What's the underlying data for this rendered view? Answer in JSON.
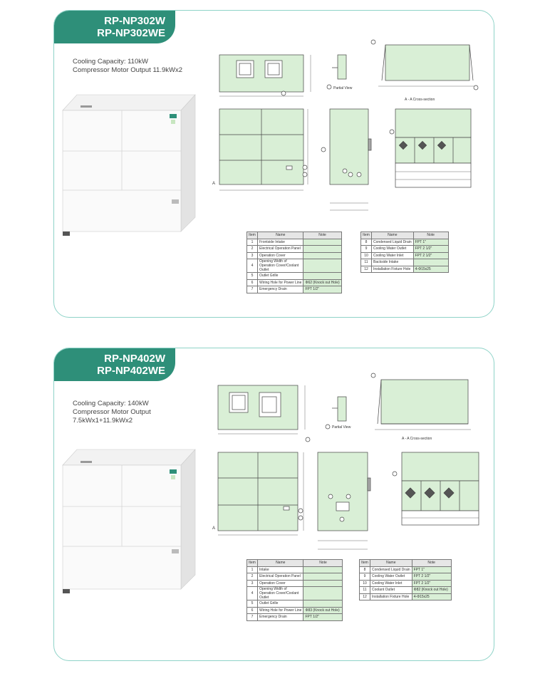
{
  "products": [
    {
      "model_lines": [
        "RP-NP302W",
        "RP-NP302WE"
      ],
      "spec_lines": [
        "Cooling Capacity: 110kW",
        "Compressor Motor Output 11.9kWx2"
      ],
      "drawing_labels": {
        "partial_view": "Partial View",
        "cross_section": "A - A Cross-section",
        "a_mark": "A"
      },
      "table_headers": [
        "Item",
        "Name",
        "Note"
      ],
      "items_left": [
        {
          "no": "1",
          "name": "Frontside Intake",
          "note": ""
        },
        {
          "no": "2",
          "name": "Electrical Operation Panel",
          "note": ""
        },
        {
          "no": "3",
          "name": "Operation Cover",
          "note": ""
        },
        {
          "no": "4",
          "name": "Opening Width of Operation Cover/Coolant Outlet",
          "note": ""
        },
        {
          "no": "5",
          "name": "Outlet Grille",
          "note": ""
        },
        {
          "no": "6",
          "name": "Wiring Hole for Power Line",
          "note": "Φ62 (Knock out Hole)"
        },
        {
          "no": "7",
          "name": "Emergency Drain",
          "note": "FPT 1/2\""
        }
      ],
      "items_right": [
        {
          "no": "8",
          "name": "Condensed Liquid Drain",
          "note": "FPT 1\""
        },
        {
          "no": "9",
          "name": "Cooling Water Outlet",
          "note": "FPT 2 1/2\""
        },
        {
          "no": "10",
          "name": "Cooling Water Inlet",
          "note": "FPT 2 1/2\""
        },
        {
          "no": "11",
          "name": "Backside Intake",
          "note": ""
        },
        {
          "no": "12",
          "name": "Installation Fixture Hole",
          "note": "4-Φ15x25"
        }
      ]
    },
    {
      "model_lines": [
        "RP-NP402W",
        "RP-NP402WE"
      ],
      "spec_lines": [
        "Cooling Capacity: 140kW",
        "Compressor Motor Output",
        "7.5kWx1+11.9kWx2"
      ],
      "drawing_labels": {
        "partial_view": "Partial View",
        "cross_section": "A - A Cross-section",
        "a_mark": "A"
      },
      "table_headers": [
        "Item",
        "Name",
        "Note"
      ],
      "items_left": [
        {
          "no": "1",
          "name": "Intake",
          "note": ""
        },
        {
          "no": "2",
          "name": "Electrical Operation Panel",
          "note": ""
        },
        {
          "no": "3",
          "name": "Operation Cover",
          "note": ""
        },
        {
          "no": "4",
          "name": "Opening Width of Operation Cover/Coolant Outlet",
          "note": ""
        },
        {
          "no": "5",
          "name": "Outlet Grille",
          "note": ""
        },
        {
          "no": "6",
          "name": "Wiring Hole for Power Line",
          "note": "Φ83 (Knock out Hole)"
        },
        {
          "no": "7",
          "name": "Emergency Drain",
          "note": "FPT 1/2\""
        }
      ],
      "items_right": [
        {
          "no": "8",
          "name": "Condensed Liquid Drain",
          "note": "FPT 1\""
        },
        {
          "no": "9",
          "name": "Cooling Water Outlet",
          "note": "FPT 2 1/2\""
        },
        {
          "no": "10",
          "name": "Cooling Water Inlet",
          "note": "FPT 2 1/2\""
        },
        {
          "no": "11",
          "name": "Coolant Outlet",
          "note": "Φ82 (Knock out Hole)"
        },
        {
          "no": "12",
          "name": "Installation Fixture Hole",
          "note": "4-Φ15x25"
        }
      ]
    }
  ],
  "colors": {
    "accent": "#2e8f79",
    "border": "#8fd3c8",
    "panel_fill": "#d9efd6",
    "line": "#444444"
  }
}
